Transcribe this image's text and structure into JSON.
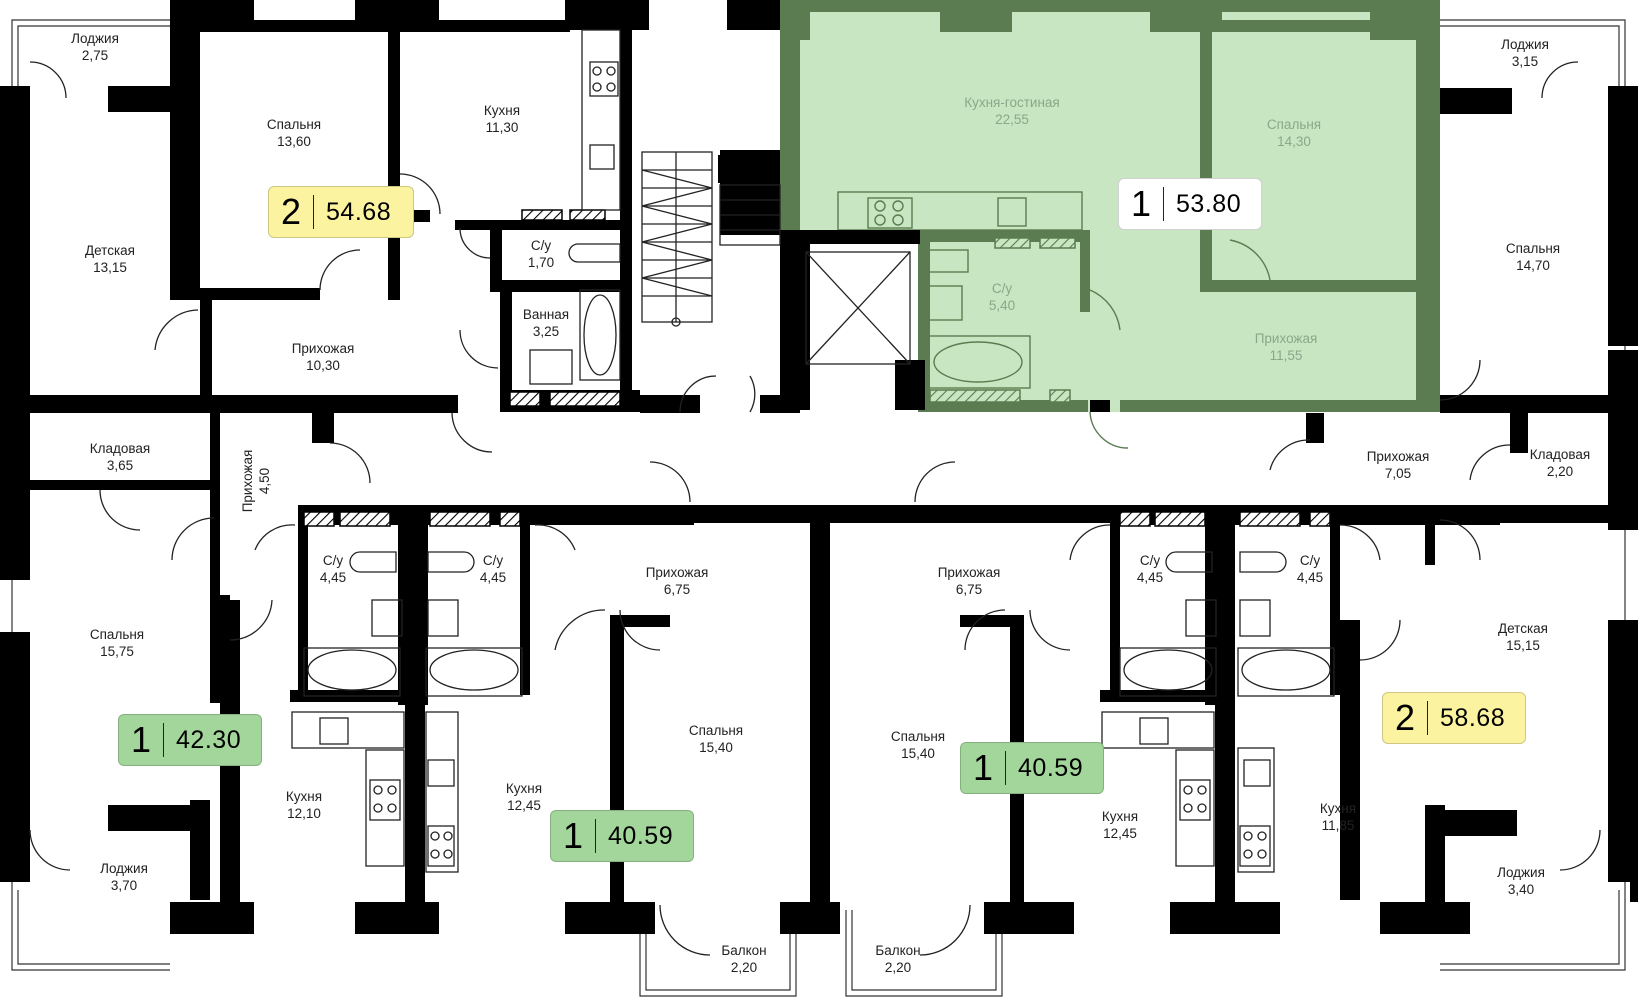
{
  "colors": {
    "wall": "#000000",
    "selected_fill": "#c8e6c1",
    "selected_wall": "#5b7c51",
    "badge_green": "#a3d69b",
    "badge_yellow": "#fbf3a0",
    "badge_white": "#ffffff"
  },
  "rooms": [
    {
      "id": "loggia-nw",
      "name": "Лоджия",
      "area": "2,75"
    },
    {
      "id": "bedroom-nw",
      "name": "Спальня",
      "area": "13,60"
    },
    {
      "id": "kitchen-n",
      "name": "Кухня",
      "area": "11,30"
    },
    {
      "id": "nursery-w",
      "name": "Детская",
      "area": "13,15"
    },
    {
      "id": "wc-n",
      "name": "С/у",
      "area": "1,70"
    },
    {
      "id": "bath-n",
      "name": "Ванная",
      "area": "3,25"
    },
    {
      "id": "hall-nw",
      "name": "Прихожая",
      "area": "10,30"
    },
    {
      "id": "kitchen-living",
      "name": "Кухня-гостиная",
      "area": "22,55"
    },
    {
      "id": "bedroom-sel",
      "name": "Спальня",
      "area": "14,30"
    },
    {
      "id": "wc-sel",
      "name": "С/у",
      "area": "5,40"
    },
    {
      "id": "hall-sel",
      "name": "Прихожая",
      "area": "11,55"
    },
    {
      "id": "loggia-ne",
      "name": "Лоджия",
      "area": "3,15"
    },
    {
      "id": "bedroom-e",
      "name": "Спальня",
      "area": "14,70"
    },
    {
      "id": "storage-w",
      "name": "Кладовая",
      "area": "3,65"
    },
    {
      "id": "hall-vert",
      "name": "Прихожая",
      "area": "4,50"
    },
    {
      "id": "wc-1",
      "name": "С/у",
      "area": "4,45"
    },
    {
      "id": "wc-2",
      "name": "С/у",
      "area": "4,45"
    },
    {
      "id": "hall-c1",
      "name": "Прихожая",
      "area": "6,75"
    },
    {
      "id": "hall-c2",
      "name": "Прихожая",
      "area": "6,75"
    },
    {
      "id": "wc-3",
      "name": "С/у",
      "area": "4,45"
    },
    {
      "id": "wc-4",
      "name": "С/у",
      "area": "4,45"
    },
    {
      "id": "hall-e",
      "name": "Прихожая",
      "area": "7,05"
    },
    {
      "id": "storage-e",
      "name": "Кладовая",
      "area": "2,20"
    },
    {
      "id": "bedroom-sw",
      "name": "Спальня",
      "area": "15,75"
    },
    {
      "id": "nursery-e",
      "name": "Детская",
      "area": "15,15"
    },
    {
      "id": "bedroom-c1",
      "name": "Спальня",
      "area": "15,40"
    },
    {
      "id": "bedroom-c2",
      "name": "Спальня",
      "area": "15,40"
    },
    {
      "id": "kitchen-1",
      "name": "Кухня",
      "area": "12,10"
    },
    {
      "id": "kitchen-2",
      "name": "Кухня",
      "area": "12,45"
    },
    {
      "id": "kitchen-3",
      "name": "Кухня",
      "area": "12,45"
    },
    {
      "id": "kitchen-4",
      "name": "Кухня",
      "area": "11,85"
    },
    {
      "id": "loggia-sw",
      "name": "Лоджия",
      "area": "3,70"
    },
    {
      "id": "loggia-se",
      "name": "Лоджия",
      "area": "3,40"
    },
    {
      "id": "balcony-1",
      "name": "Балкон",
      "area": "2,20"
    },
    {
      "id": "balcony-2",
      "name": "Балкон",
      "area": "2,20"
    }
  ],
  "apartments": [
    {
      "id": "apt-nw",
      "rooms": "2",
      "area": "54.68",
      "color": "#fbf3a0"
    },
    {
      "id": "apt-ne-selected",
      "rooms": "1",
      "area": "53.80",
      "color": "#ffffff"
    },
    {
      "id": "apt-sw",
      "rooms": "1",
      "area": "42.30",
      "color": "#a3d69b"
    },
    {
      "id": "apt-c1",
      "rooms": "1",
      "area": "40.59",
      "color": "#a3d69b"
    },
    {
      "id": "apt-c2",
      "rooms": "1",
      "area": "40.59",
      "color": "#a3d69b"
    },
    {
      "id": "apt-se",
      "rooms": "2",
      "area": "58.68",
      "color": "#fbf3a0"
    }
  ]
}
